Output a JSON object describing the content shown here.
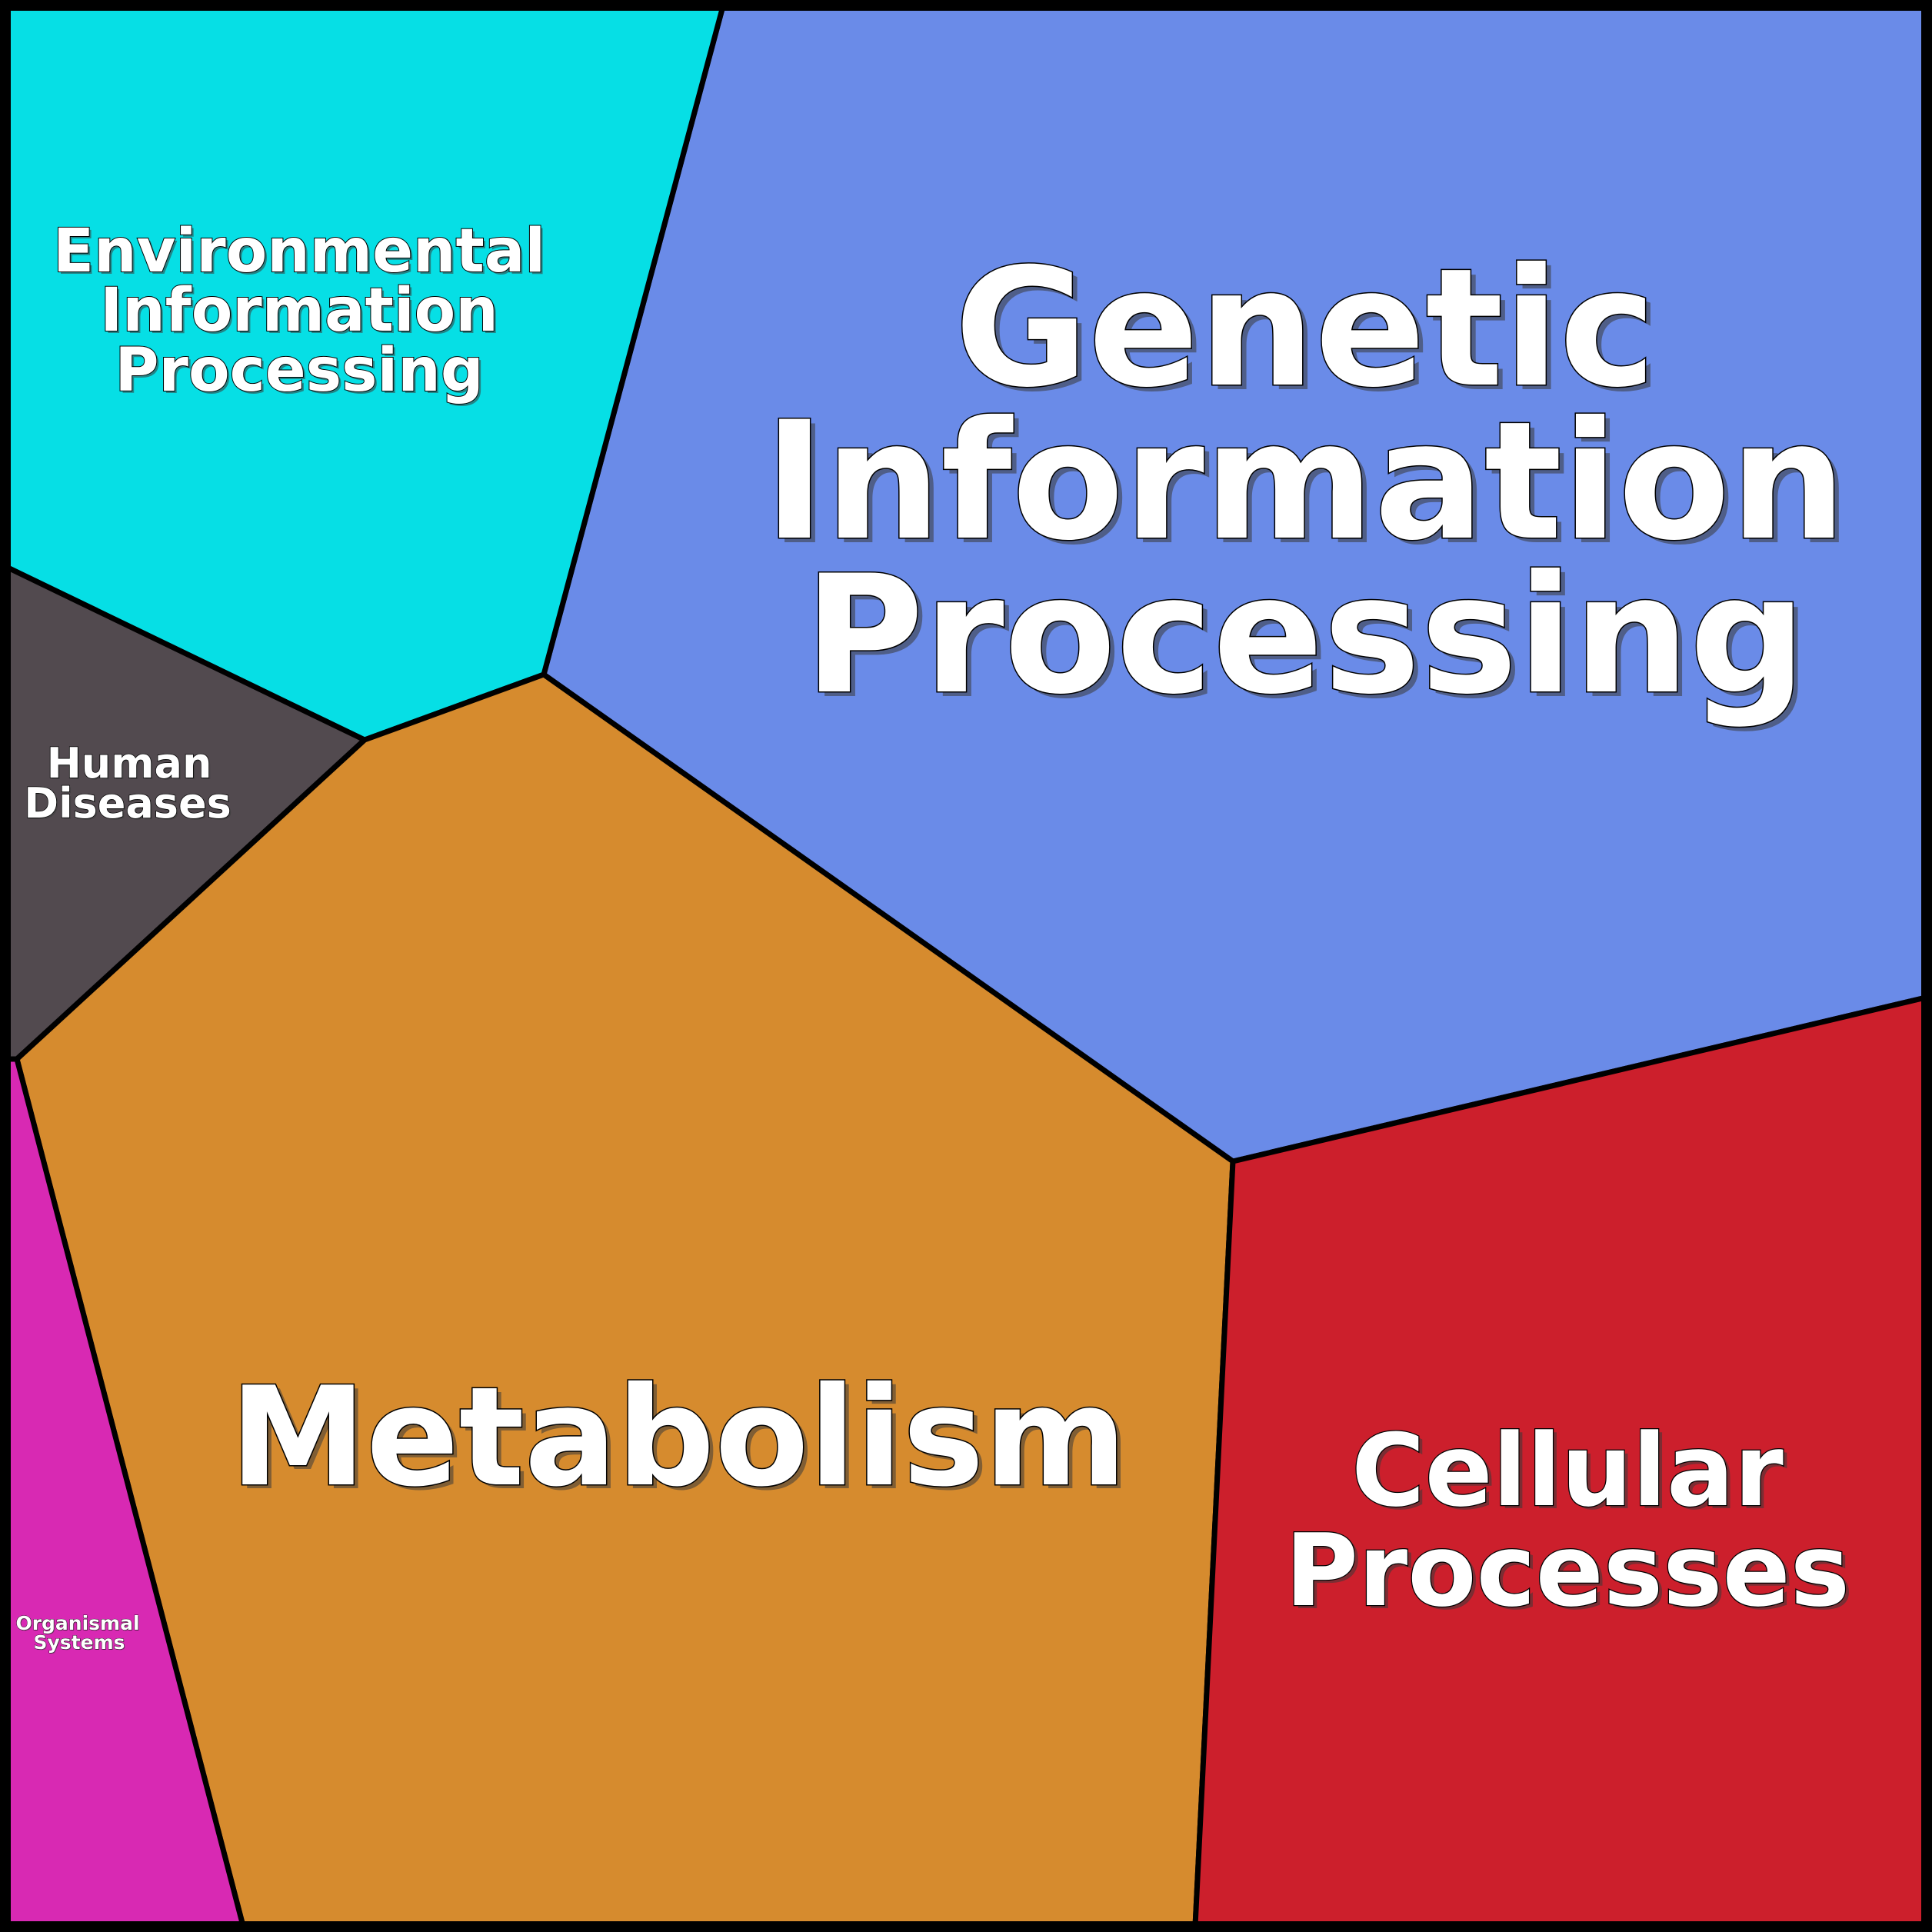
{
  "regions": [
    {
      "id": "genetic",
      "label_lines": [
        "Genetic",
        "Information",
        "Processing"
      ],
      "color": "#6a8be8"
    },
    {
      "id": "environmental",
      "label_lines": [
        "Environmental",
        "Information",
        "Processing"
      ],
      "color": "#06dfe5"
    },
    {
      "id": "human",
      "label_lines": [
        "Human",
        "Diseases"
      ],
      "color": "#524a4f"
    },
    {
      "id": "metabolism",
      "label_lines": [
        "Metabolism"
      ],
      "color": "#d68b2e"
    },
    {
      "id": "cellular",
      "label_lines": [
        "Cellular",
        "Processes"
      ],
      "color": "#cc1f2c"
    },
    {
      "id": "organismal",
      "label_lines": [
        "Organismal",
        "Systems"
      ],
      "color": "#d829b3"
    }
  ]
}
